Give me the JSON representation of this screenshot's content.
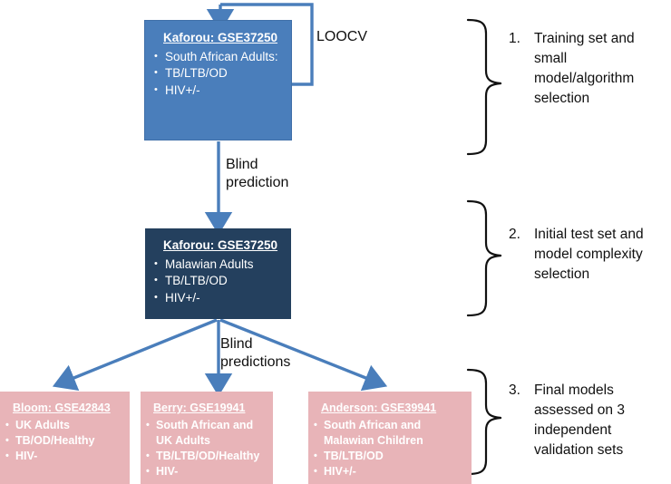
{
  "diagram": {
    "title_hidden": "TB gene signature model development and validation flowchart",
    "colors": {
      "training_box": "#4A7EBB",
      "test_box": "#24405E",
      "validation_box": "#E8B4B8",
      "arrow": "#4A7EBB",
      "brace": "#111111",
      "text_light": "#FFFFFF",
      "text_dark": "#101010"
    },
    "boxes": {
      "training": {
        "title": "Kaforou: GSE37250",
        "items": [
          "South African Adults:",
          "TB/LTB/OD",
          "HIV+/-"
        ]
      },
      "testset": {
        "title": "Kaforou: GSE37250",
        "items": [
          "Malawian Adults",
          "TB/LTB/OD",
          "HIV+/-"
        ]
      },
      "bloom": {
        "title": "Bloom: GSE42843",
        "items": [
          "UK Adults",
          "TB/OD/Healthy",
          "HIV-"
        ]
      },
      "berry": {
        "title": "Berry: GSE19941",
        "items": [
          "South African and UK Adults",
          "TB/LTB/OD/Healthy",
          "HIV-"
        ]
      },
      "anderson": {
        "title": "Anderson: GSE39941",
        "items": [
          "South African and Malawian Children",
          "TB/LTB/OD",
          "HIV+/-"
        ]
      }
    },
    "edge_labels": {
      "loocv": "LOOCV",
      "blind_prediction": "Blind\nprediction",
      "blind_predictions": "Blind\npredictions"
    },
    "notes": [
      {
        "number": "1.",
        "text": "Training set and small model/algorithm selection"
      },
      {
        "number": "2.",
        "text": "Initial test set and model complexity selection"
      },
      {
        "number": "3.",
        "text": "Final models assessed on 3 independent validation sets"
      }
    ]
  }
}
